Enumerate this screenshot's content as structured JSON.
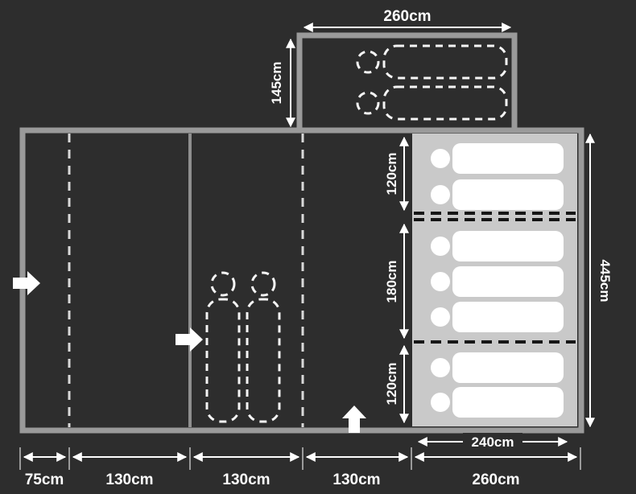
{
  "diagram": {
    "colors": {
      "background": "#2d2d2d",
      "wall": "#9a9a9a",
      "bedroom_fill": "#c9c9c9",
      "sleeping_bag": "#ffffff",
      "label_text": "#ffffff",
      "divider": "#161616"
    },
    "porch": {
      "width_label": "260cm",
      "depth_label": "145cm"
    },
    "tent": {
      "depth_label": "445cm"
    },
    "bedroom": {
      "top_label": "120cm",
      "middle_label": "180cm",
      "bottom_label": "120cm",
      "width_label": "240cm"
    },
    "footprint": [
      "75cm",
      "130cm",
      "130cm",
      "130cm",
      "260cm"
    ]
  }
}
